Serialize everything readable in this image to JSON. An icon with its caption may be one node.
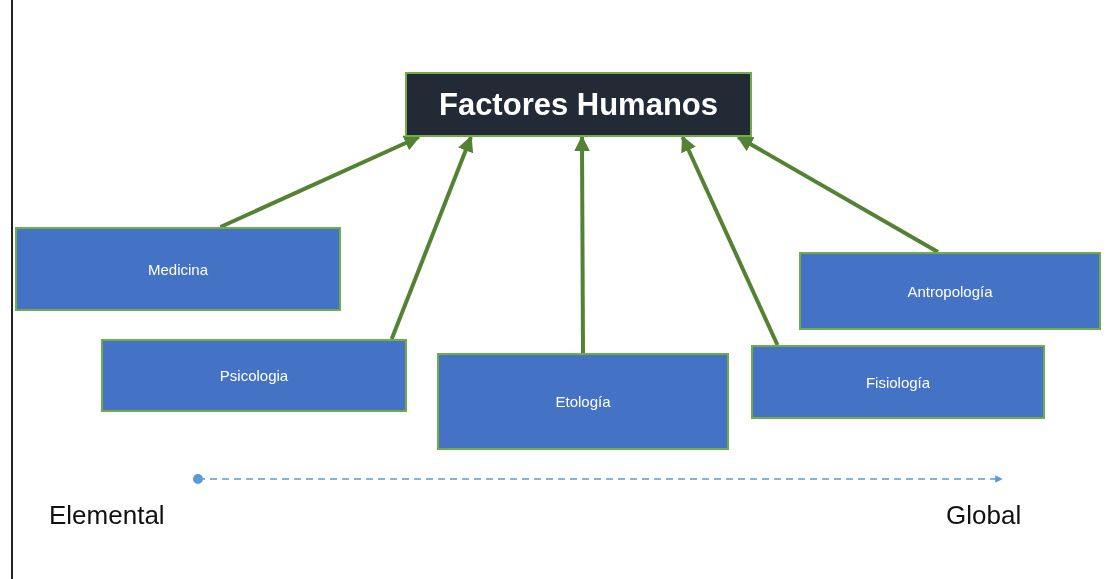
{
  "diagram": {
    "nodes": [
      {
        "text": [
          "Factores Humanos"
        ]
      },
      {
        "text": [
          "Medicina"
        ]
      },
      {
        "text": [
          "Psicologia"
        ]
      },
      {
        "text": [
          "Etología"
        ]
      },
      {
        "text": [
          "Fisiología"
        ]
      },
      {
        "text": [
          "Antropología"
        ]
      }
    ],
    "edges": [
      {
        "from": 1,
        "to": 0,
        "arrow": "to"
      },
      {
        "from": 2,
        "to": 0,
        "arrow": "to"
      },
      {
        "from": 3,
        "to": 0,
        "arrow": "to"
      },
      {
        "from": 4,
        "to": 0,
        "arrow": "to"
      },
      {
        "from": 5,
        "to": 0,
        "arrow": "to"
      }
    ],
    "labels": [
      "Elemental",
      "Global"
    ]
  }
}
